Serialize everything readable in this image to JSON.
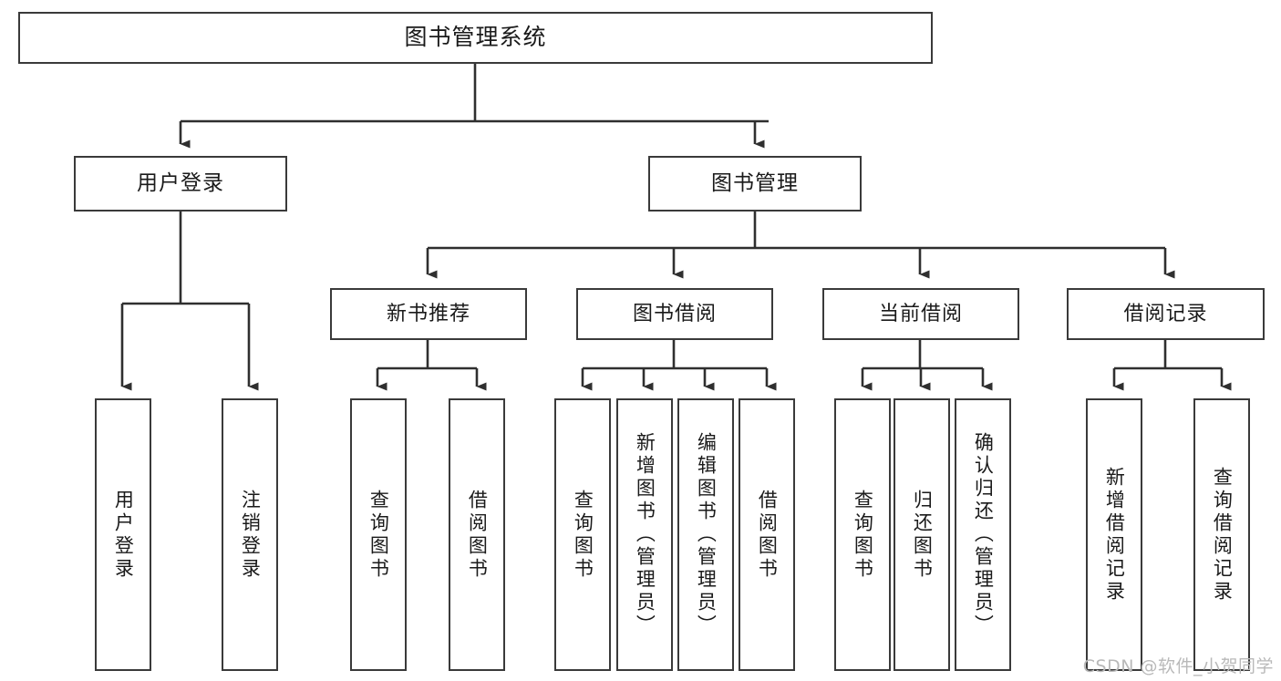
{
  "diagram": {
    "type": "tree-hierarchy",
    "title": "图书管理系统",
    "watermark": "CSDN @软件_小贺同学",
    "colors": {
      "box_border": "#3a3a3a",
      "connector": "#2f2f2f",
      "background": "#ffffff",
      "text": "#1a1a1a",
      "watermark": "#b9b9b9"
    },
    "root": {
      "label": "图书管理系统"
    },
    "level1": [
      {
        "id": "user-login",
        "label": "用户登录"
      },
      {
        "id": "book-manage",
        "label": "图书管理"
      }
    ],
    "level2": [
      {
        "id": "new-book-recommend",
        "label": "新书推荐",
        "parent": "book-manage"
      },
      {
        "id": "book-borrow",
        "label": "图书借阅",
        "parent": "book-manage"
      },
      {
        "id": "current-borrow",
        "label": "当前借阅",
        "parent": "book-manage"
      },
      {
        "id": "borrow-record",
        "label": "借阅记录",
        "parent": "book-manage"
      }
    ],
    "leaves": [
      {
        "id": "leaf-user-login",
        "label": "用户登录",
        "parent": "user-login"
      },
      {
        "id": "leaf-logout-login",
        "label": "注销登录",
        "parent": "user-login"
      },
      {
        "id": "leaf-query-book-1",
        "label": "查询图书",
        "parent": "new-book-recommend"
      },
      {
        "id": "leaf-borrow-book-1",
        "label": "借阅图书",
        "parent": "new-book-recommend"
      },
      {
        "id": "leaf-query-book-2",
        "label": "查询图书",
        "parent": "book-borrow"
      },
      {
        "id": "leaf-add-book",
        "label": "新增图书（管理员）",
        "parent": "book-borrow"
      },
      {
        "id": "leaf-edit-book",
        "label": "编辑图书（管理员）",
        "parent": "book-borrow"
      },
      {
        "id": "leaf-borrow-book-2",
        "label": "借阅图书",
        "parent": "book-borrow"
      },
      {
        "id": "leaf-query-book-3",
        "label": "查询图书",
        "parent": "current-borrow"
      },
      {
        "id": "leaf-return-book",
        "label": "归还图书",
        "parent": "current-borrow"
      },
      {
        "id": "leaf-confirm-return",
        "label": "确认归还（管理员）",
        "parent": "current-borrow"
      },
      {
        "id": "leaf-add-record",
        "label": "新增借阅记录",
        "parent": "borrow-record"
      },
      {
        "id": "leaf-query-record",
        "label": "查询借阅记录",
        "parent": "borrow-record"
      }
    ]
  }
}
